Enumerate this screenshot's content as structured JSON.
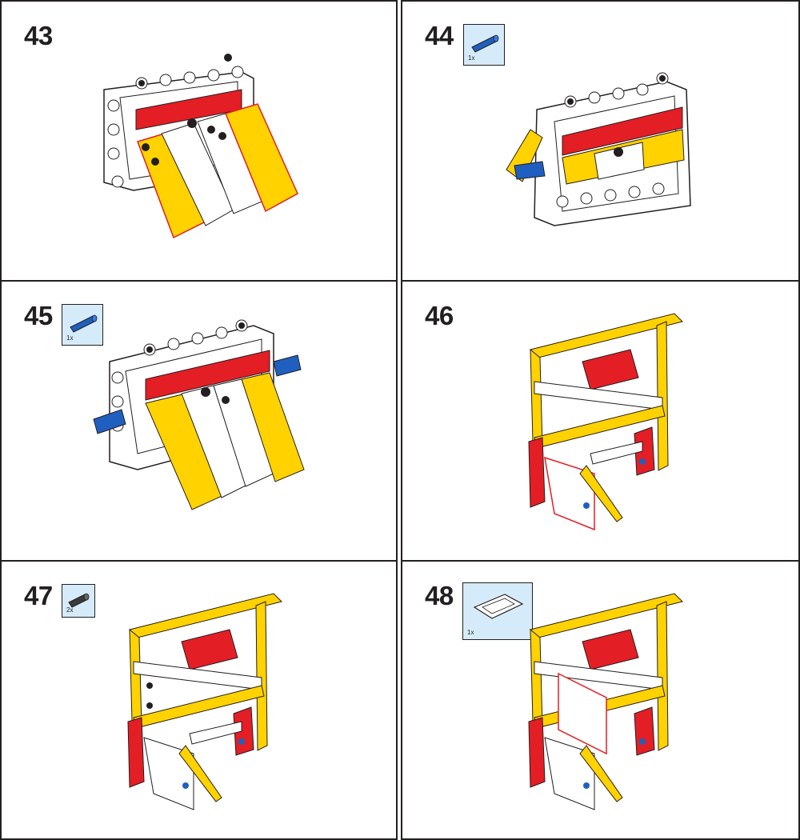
{
  "steps": [
    {
      "number": "43",
      "part": null
    },
    {
      "number": "44",
      "part": {
        "name": "blue-pin-icon",
        "quantity": "1x"
      }
    },
    {
      "number": "45",
      "part": {
        "name": "blue-pin-icon",
        "quantity": "1x"
      }
    },
    {
      "number": "46",
      "part": null
    },
    {
      "number": "47",
      "part": {
        "name": "black-pin-icon",
        "quantity": "2x"
      }
    },
    {
      "number": "48",
      "part": {
        "name": "white-frame-icon",
        "quantity": "1x"
      }
    }
  ],
  "colors": {
    "yellow": "#ffd200",
    "red": "#e31e24",
    "blue": "#1f5fbf",
    "white": "#ffffff",
    "outline": "#231f20",
    "callout_bg": "#d5ebf9"
  }
}
